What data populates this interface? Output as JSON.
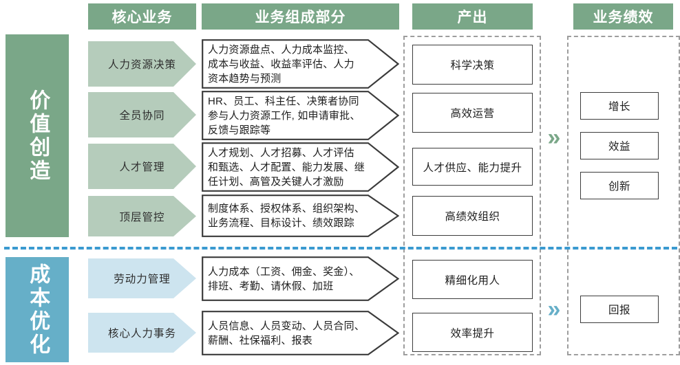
{
  "headers": [
    {
      "id": "core-business",
      "label": "核心业务"
    },
    {
      "id": "composition",
      "label": "业务组成部分"
    },
    {
      "id": "output",
      "label": "产出"
    },
    {
      "id": "performance",
      "label": "业务绩效"
    }
  ],
  "bands": [
    {
      "id": "value-creation",
      "label": "价值创造",
      "color": "#7aa788"
    },
    {
      "id": "cost-optimization",
      "label": "成本优化",
      "color": "#66afc8"
    }
  ],
  "core_business": [
    {
      "id": "hr-decision",
      "label": "人力资源决策",
      "tone": "green"
    },
    {
      "id": "all-staff",
      "label": "全员协同",
      "tone": "green"
    },
    {
      "id": "talent-mgmt",
      "label": "人才管理",
      "tone": "green"
    },
    {
      "id": "top-control",
      "label": "顶层管控",
      "tone": "green"
    },
    {
      "id": "workforce-mgmt",
      "label": "劳动力管理",
      "tone": "blue"
    },
    {
      "id": "core-hr",
      "label": "核心人力事务",
      "tone": "blue"
    }
  ],
  "composition": [
    {
      "id": "comp-hr-decision",
      "lines": [
        "人力资源盘点、人力成本监控、",
        "成本与收益、收益率评估、人力",
        "资本趋势与预测"
      ]
    },
    {
      "id": "comp-all-staff",
      "lines": [
        "HR、员工、科主任、决策者协同",
        "参与人力资源工作, 如申请审批、",
        "反馈与跟踪等"
      ]
    },
    {
      "id": "comp-talent",
      "lines": [
        "人才规划、人才招募、人才评估",
        "和甄选、人才配置、能力发展、继",
        "任计划、高管及关键人才激励"
      ]
    },
    {
      "id": "comp-top-control",
      "lines": [
        "制度体系、授权体系、组织架构、",
        "业务流程、目标设计、绩效跟踪"
      ]
    },
    {
      "id": "comp-workforce",
      "lines": [
        "人力成本（工资、佣金、奖金）、",
        "排班、考勤、请休假、加班"
      ]
    },
    {
      "id": "comp-core-hr",
      "lines": [
        "人员信息、人员变动、人员合同、",
        "薪酬、社保福利、报表"
      ]
    }
  ],
  "outputs": [
    {
      "id": "out-scientific-decision",
      "label": "科学决策"
    },
    {
      "id": "out-efficient-ops",
      "label": "高效运营"
    },
    {
      "id": "out-talent-supply",
      "label": "人才供应、能力提升"
    },
    {
      "id": "out-high-perf-org",
      "label": "高绩效组织"
    },
    {
      "id": "out-refined-staffing",
      "label": "精细化用人"
    },
    {
      "id": "out-efficiency-gain",
      "label": "效率提升"
    }
  ],
  "performance": [
    {
      "id": "perf-growth",
      "label": "增长"
    },
    {
      "id": "perf-benefit",
      "label": "效益"
    },
    {
      "id": "perf-innovation",
      "label": "创新"
    },
    {
      "id": "perf-return",
      "label": "回报"
    }
  ],
  "connectors": [
    {
      "id": "chevron-upper",
      "glyph": "»",
      "tone": "green"
    },
    {
      "id": "chevron-lower",
      "glyph": "»",
      "tone": "blue"
    }
  ],
  "palette": {
    "green_dark": "#7aa788",
    "green_light": "#b5ccbb",
    "blue_dark": "#66afc8",
    "blue_light": "#cde4ef",
    "dashed_gray": "#9d9d9d",
    "divider_blue": "#3a9ad0",
    "box_border": "#3b3b3b"
  }
}
